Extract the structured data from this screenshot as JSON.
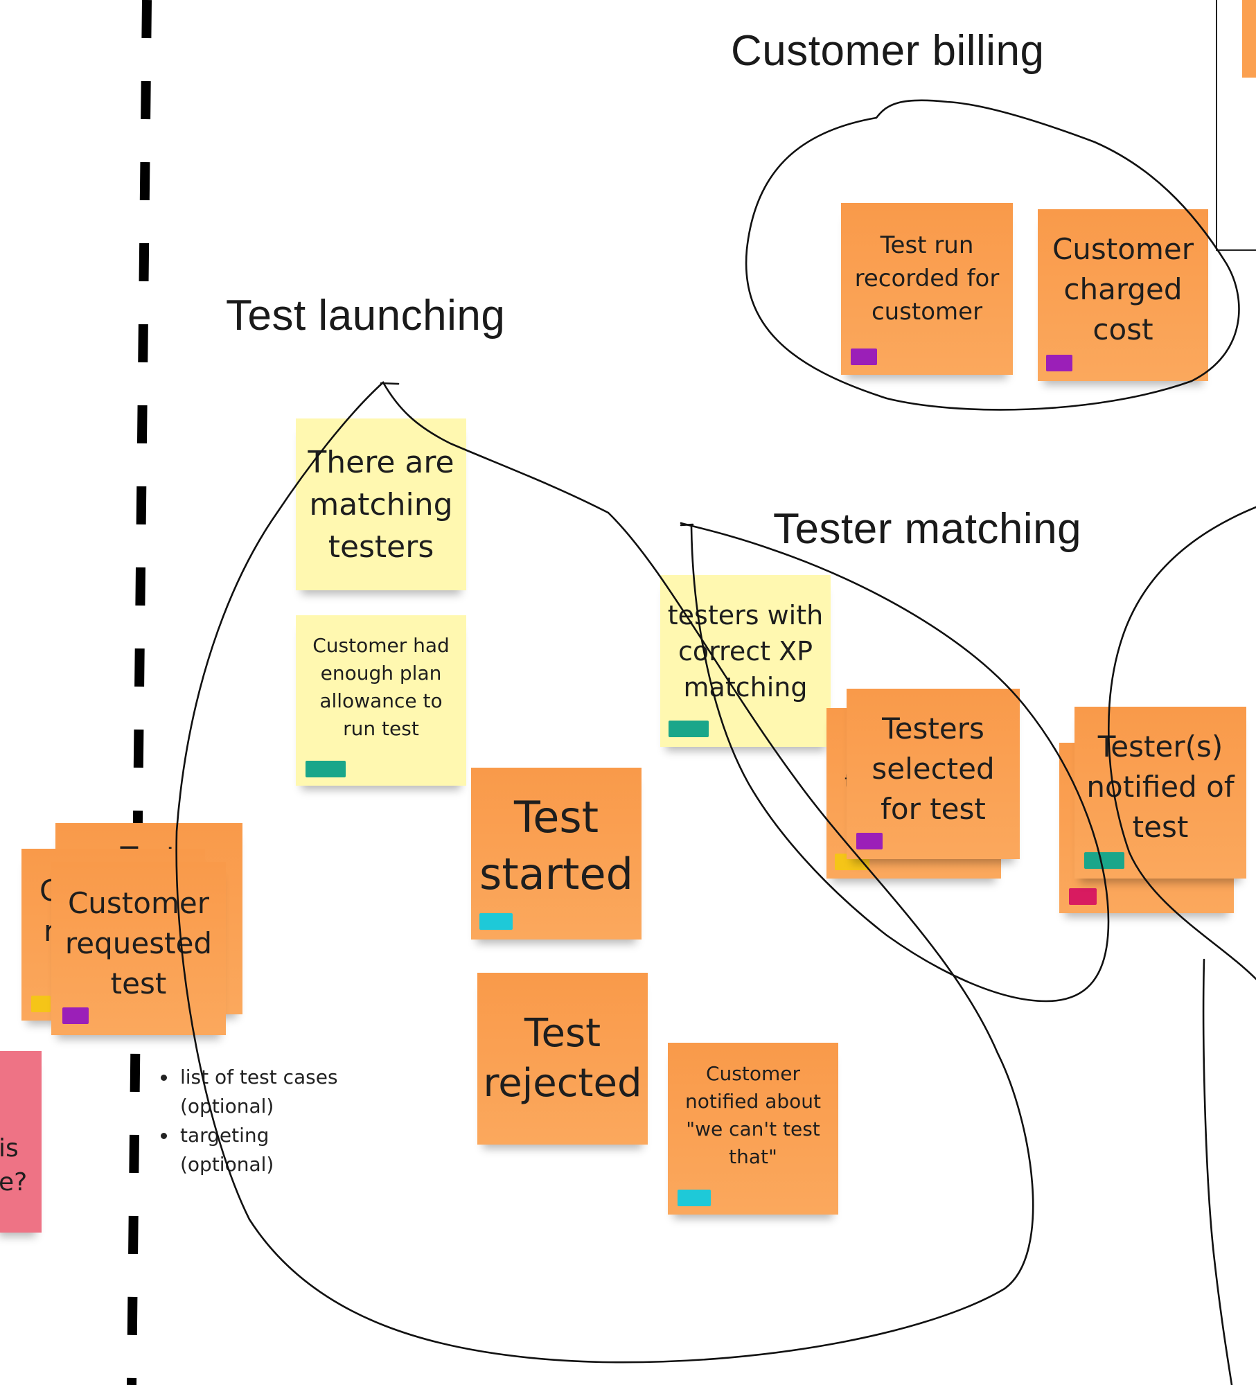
{
  "headings": {
    "customer_billing": "Customer billing",
    "test_launching": "Test launching",
    "tester_matching": "Tester matching"
  },
  "notes": {
    "test_run_recorded": "Test run\nrecorded for\ncustomer",
    "customer_charged": "Customer\ncharged\ncost",
    "matching_testers": "There are\nmatching\ntesters",
    "plan_allowance": "Customer had\nenough plan\nallowance to\nrun test",
    "correct_xp": "testers with\ncorrect XP\nmatching",
    "testers_selected": "Testers\nselected\nfor test",
    "testers_notified": "Tester(s)\nnotified of\ntest",
    "test_started": "Test\nstarted",
    "test_rejected": "Test\nrejected",
    "cant_test": "Customer\nnotified about\n\"we can't test\nthat\"",
    "customer_requested": "Customer\nrequested\ntest",
    "back_note_top": "Test",
    "back_note_left_1": "C",
    "back_note_left_2": "r",
    "pink_partial": "is\ne?",
    "behind_selected": "t"
  },
  "test_details": [
    "list of test cases (optional)",
    "targeting (optional)"
  ],
  "colors": {
    "note_orange": "#fba050",
    "note_yellow": "#fff8b0",
    "note_pink": "#ee7385",
    "tag_purple": "#9b1fb8",
    "tag_teal": "#1aa68a",
    "tag_cyan": "#1ec9d8",
    "tag_yellow": "#f5c518",
    "tag_magenta": "#d81b60",
    "ink": "#1a1a1a"
  }
}
